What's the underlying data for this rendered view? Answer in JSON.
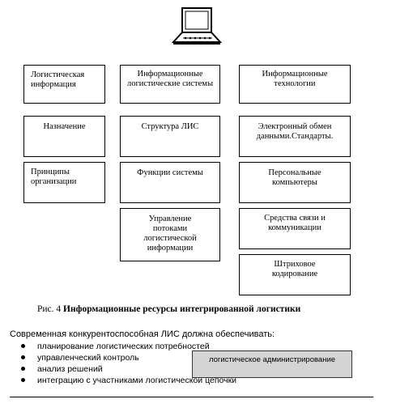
{
  "icons": {
    "computer": "computer-terminal-icon"
  },
  "boxes": {
    "logistic_info": "Логистическая информация",
    "info_log_systems": "Информационные логистические системы",
    "info_tech": "Информационные технологии",
    "purpose": "Назначение",
    "lis_structure": "Структура ЛИС",
    "edi": "Электронный обмен данными.Стандарты.",
    "principles": "Принципы организации",
    "functions": "Функции системы",
    "pc": "Персональные компьютеры",
    "flow_mgmt": "Управление потоками логистической информации",
    "comm": "Средства связи и коммуникации",
    "barcode": "Штриховое кодирование"
  },
  "caption": {
    "prefix": "Рис. 4",
    "text": "Информационные ресурсы интегрированной логистики"
  },
  "intro": "Современная конкурентоспособная ЛИС должна обеспечивать:",
  "bullets": [
    "планирование логистических потребностей",
    "управленческий контроль",
    "анализ решений",
    "интеграцию с участниками логистической цепочки"
  ],
  "highlight_box": "логистическое администрирование",
  "colors": {
    "highlight_fill": "#d4d4d4"
  }
}
